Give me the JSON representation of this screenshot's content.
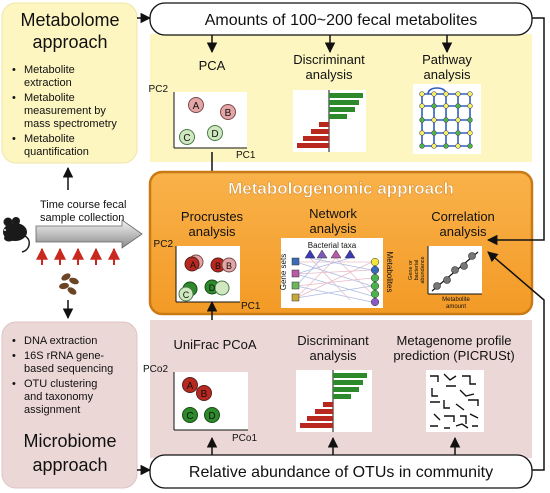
{
  "metabolome": {
    "title_line1": "Metabolome",
    "title_line2": "approach",
    "bullets": [
      [
        "Metabolite",
        "extraction"
      ],
      [
        "Metabolite",
        "measurement by",
        "mass spectrometry"
      ],
      [
        "Metabolite",
        "quantification"
      ]
    ]
  },
  "microbiome": {
    "bullets": [
      [
        "DNA extraction"
      ],
      [
        "16S rRNA gene-",
        "based sequencing"
      ],
      [
        "OTU clustering",
        "and taxonomy",
        "assignment"
      ]
    ],
    "title_line1": "Microbiome",
    "title_line2": "approach"
  },
  "timecourse": {
    "line1": "Time course fecal",
    "line2": "sample collection"
  },
  "top_box": {
    "title": "Amounts of 100~200 fecal metabolites",
    "pca": "PCA",
    "discriminant_line1": "Discriminant",
    "discriminant_line2": "analysis",
    "pathway_line1": "Pathway",
    "pathway_line2": "analysis",
    "pc2": "PC2",
    "pc1": "PC1",
    "points": [
      "A",
      "B",
      "C",
      "D"
    ]
  },
  "middle_box": {
    "title": "Metabologenomic approach",
    "procrustes_line1": "Procrustes",
    "procrustes_line2": "analysis",
    "network_line1": "Network",
    "network_line2": "analysis",
    "correlation_line1": "Correlation",
    "correlation_line2": "analysis",
    "pc2": "PC2",
    "pc1": "PC1",
    "bacterial_taxa": "Bacterial taxa",
    "gene_sets": "Gene sets",
    "metabolites": "Metabolites",
    "corr_ylabel_line1": "Gene or",
    "corr_ylabel_line2": "bacterial",
    "corr_ylabel_line3": "abundance",
    "corr_xlabel_line1": "Metabolite",
    "corr_xlabel_line2": "amount"
  },
  "bottom_box": {
    "title": "Relative abundance of OTUs in community",
    "unifrac": "UniFrac PCoA",
    "discriminant_line1": "Discriminant",
    "discriminant_line2": "analysis",
    "metagenome_line1": "Metagenome profile",
    "metagenome_line2": "prediction (PICRUSt)",
    "pco2": "PCo2",
    "pco1": "PCo1"
  },
  "colors": {
    "yellow_fill": "#fdf6c0",
    "pink_fill": "#ecd7d7",
    "orange_fill": "#f7a83a",
    "orange_border": "#c97a14",
    "title_orange": "#ffffff",
    "green_bar": "#2c8a2a",
    "red_bar": "#b8281e",
    "arrow_red": "#c8281e"
  },
  "icons": [
    "mouse-icon",
    "feces-icon"
  ]
}
